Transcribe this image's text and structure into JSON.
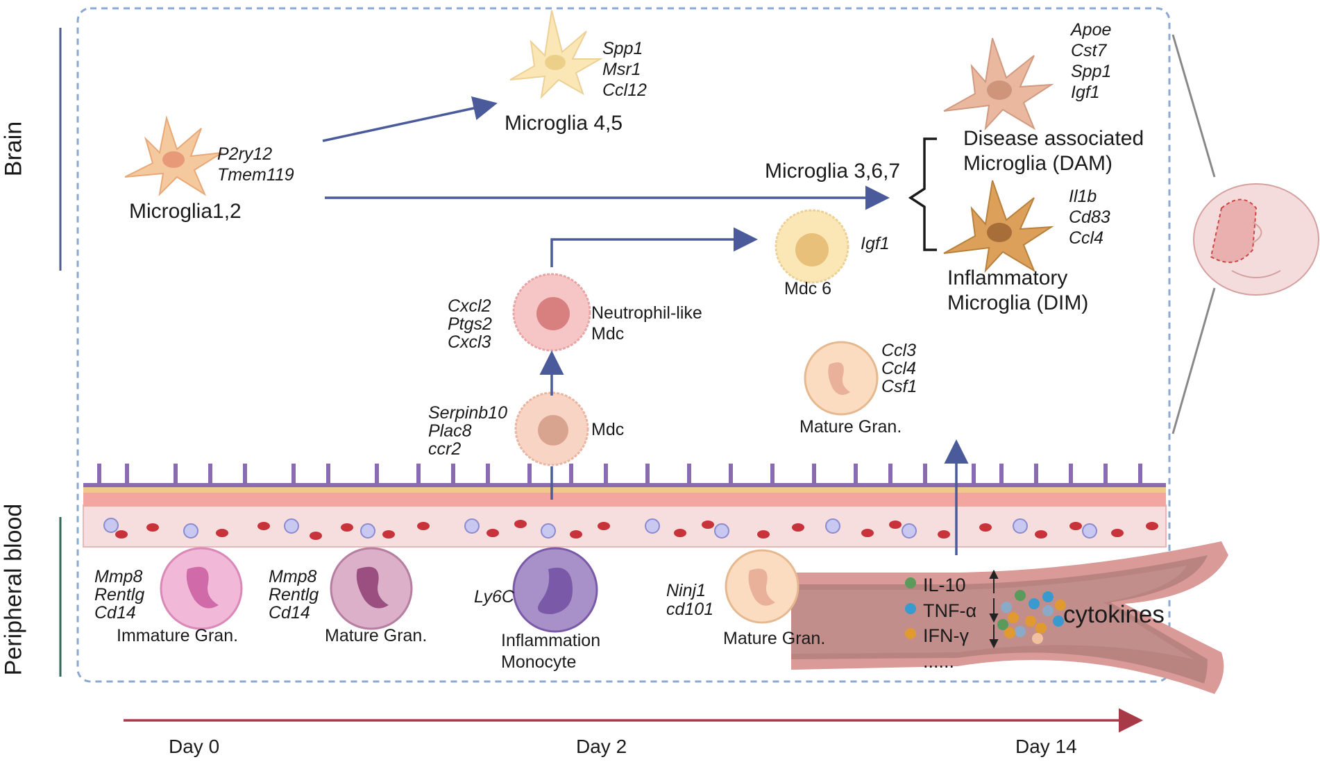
{
  "regions": {
    "brain": "Brain",
    "blood": "Peripheral blood"
  },
  "brain_cells": {
    "microglia12": {
      "label": "Microglia1,2",
      "genes": [
        "P2ry12",
        "Tmem119"
      ]
    },
    "microglia45": {
      "label": "Microglia 4,5",
      "genes": [
        "Spp1",
        "Msr1",
        "Ccl12"
      ]
    },
    "microglia367": {
      "label": "Microglia 3,6,7"
    },
    "dam": {
      "label_line1": "Disease associated",
      "label_line2": "Microglia (DAM)",
      "genes": [
        "Apoe",
        "Cst7",
        "Spp1",
        "Igf1"
      ]
    },
    "dim": {
      "label_line1": "Inflammatory",
      "label_line2": "Microglia (DIM)",
      "genes": [
        "Il1b",
        "Cd83",
        "Ccl4"
      ]
    },
    "mdc6": {
      "label": "Mdc 6",
      "genes": [
        "Igf1"
      ]
    },
    "neutrophil_mdc": {
      "label_line1": "Neutrophil-like",
      "label_line2": "Mdc",
      "genes": [
        "Cxcl2",
        "Ptgs2",
        "Cxcl3"
      ]
    },
    "mdc": {
      "label": "Mdc",
      "genes": [
        "Serpinb10",
        "Plac8",
        "ccr2"
      ]
    },
    "mature_gran_brain": {
      "label": "Mature Gran.",
      "genes": [
        "Ccl3",
        "Ccl4",
        "Csf1"
      ]
    }
  },
  "blood_cells": {
    "immature_gran": {
      "label": "Immature Gran.",
      "genes": [
        "Mmp8",
        "Rentlg",
        "Cd14"
      ]
    },
    "mature_gran1": {
      "label": "Mature Gran.",
      "genes": [
        "Mmp8",
        "Rentlg",
        "Cd14"
      ]
    },
    "inflammation_monocyte": {
      "label_line1": "Inflammation",
      "label_line2": "Monocyte",
      "genes": [
        "Ly6C"
      ]
    },
    "mature_gran2": {
      "label": "Mature Gran.",
      "genes": [
        "Ninj1",
        "cd101"
      ]
    }
  },
  "cytokines": {
    "title": "cytokines",
    "items": [
      "IL-10",
      "TNF-α",
      "IFN-γ",
      "......"
    ],
    "colors": [
      "#5a9a5a",
      "#3a9ad0",
      "#e09a30"
    ]
  },
  "timeline": {
    "days": [
      "Day 0",
      "Day 2",
      "Day 14"
    ]
  },
  "colors": {
    "arrow_blue": "#4a5a9a",
    "timeline_red": "#a83a48",
    "brain_bar": "#4a5a9a",
    "blood_bar": "#2a6a5a",
    "dashed_border": "#8aa8d0"
  }
}
